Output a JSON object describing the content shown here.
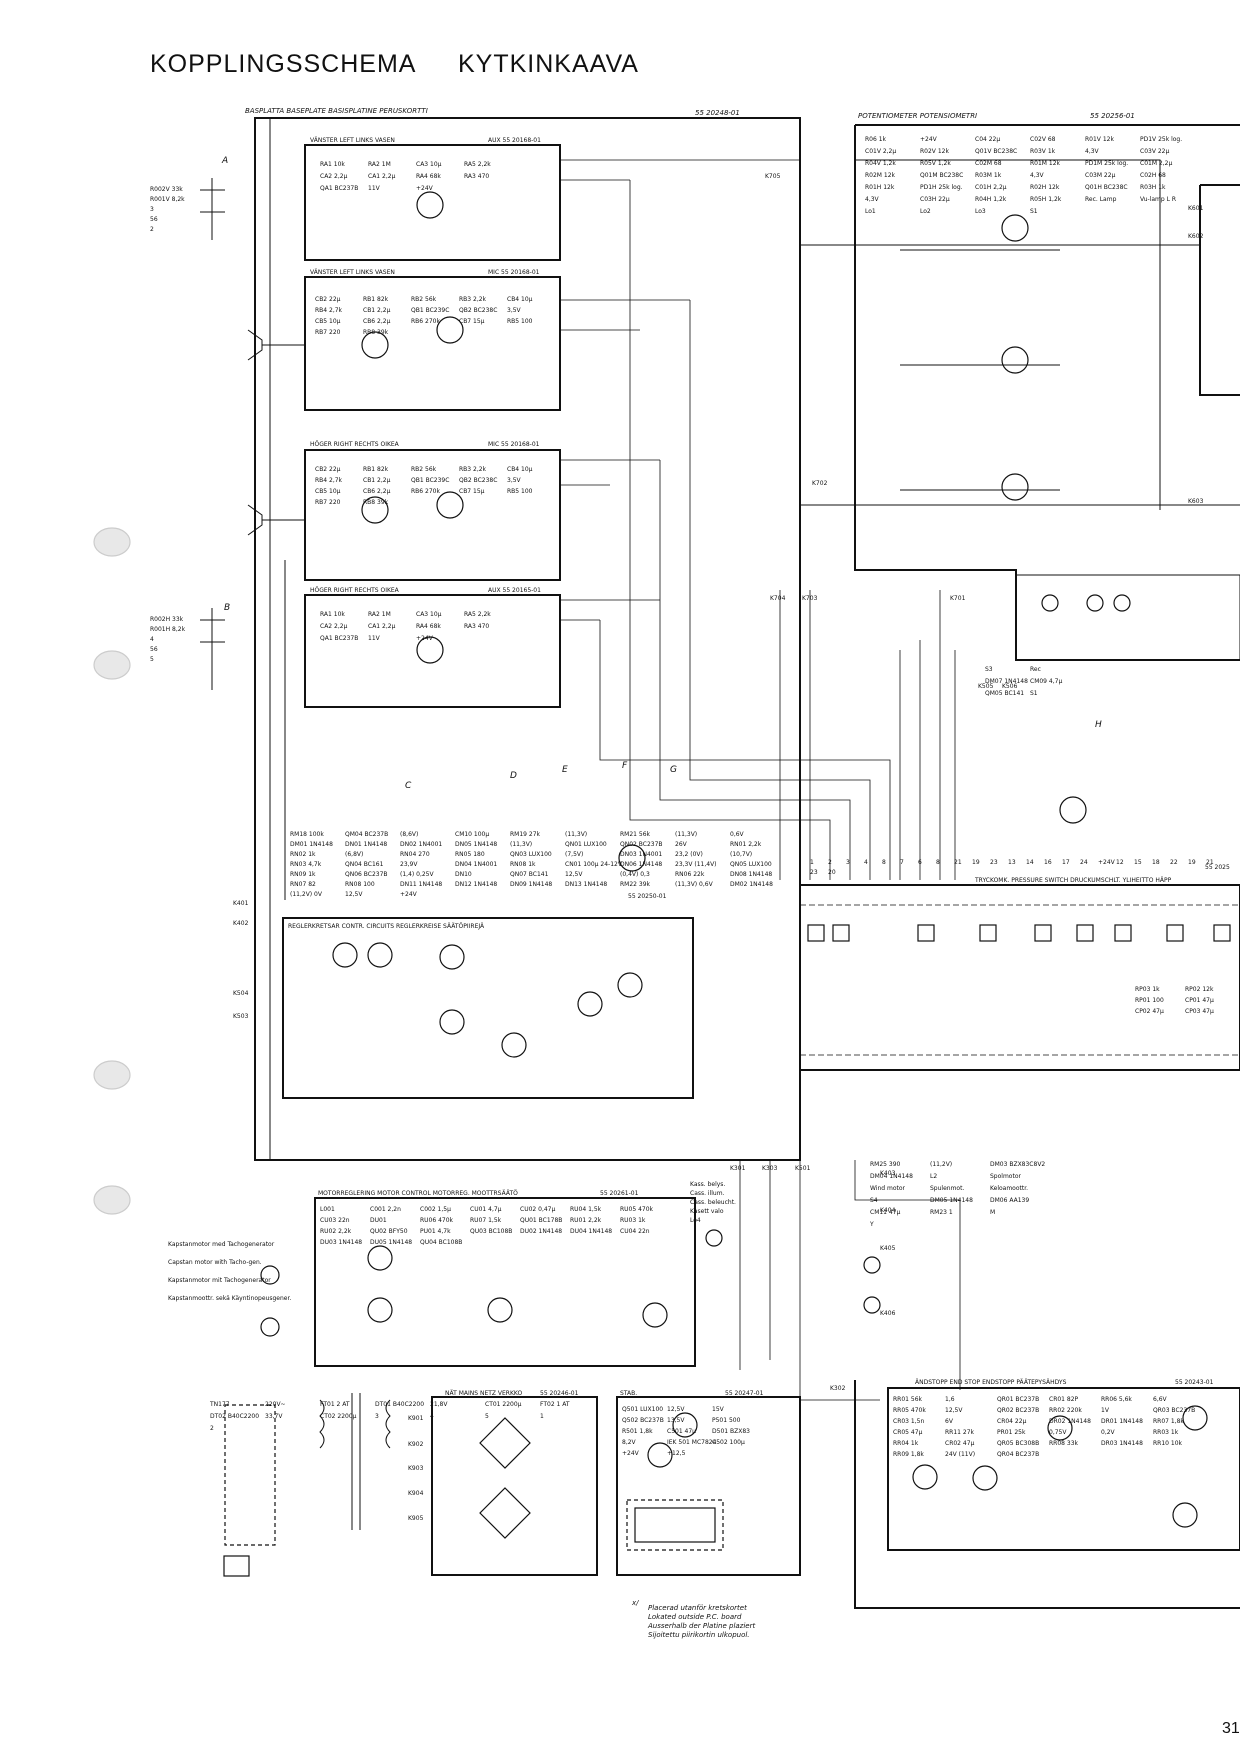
{
  "titles": {
    "left": "KOPPLINGSSCHEMA",
    "right": "KYTKINKAAVA"
  },
  "page_number": "31",
  "boards": [
    {
      "id": "basplatta",
      "label": "BASPLATTA     BASEPLATE   BASISPLATINE  PERUSKORTTI",
      "code": "55 20248-01"
    },
    {
      "id": "potentiometer",
      "label": "POTENTIOMETER   POTENSIOMETRI",
      "code": "55 20256-01"
    },
    {
      "id": "aux-left",
      "label": "VÄNSTER  LEFT  LINKS  VASEN",
      "code": "AUX 55 20168-01"
    },
    {
      "id": "mic-left",
      "label": "VÄNSTER   LEFT  LINKS  VASEN",
      "code": "MIC 55 20168-01"
    },
    {
      "id": "mic-right",
      "label": "HÖGER  RIGHT  RECHTS  OIKEA",
      "code": "MIC 55 20168-01"
    },
    {
      "id": "aux-right",
      "label": "HÖGER  RIGHT  RECHTS  OIKEA",
      "code": "AUX 55 20165-01"
    },
    {
      "id": "regler",
      "label": "REGLERKRETSAR   CONTR. CIRCUITS   REGLERKREISE  SÄÄTÖPIIREJÄ",
      "code": "55 20250-01"
    },
    {
      "id": "motor",
      "label": "MOTORREGLERING  MOTOR CONTROL  MOTORREG.  MOOTTRSÄÄTÖ",
      "code": "55 20261-01"
    },
    {
      "id": "mains",
      "label": "NÄT  MAINS  NETZ  VERKKO",
      "code": "55 20246-01"
    },
    {
      "id": "stab",
      "label": "STAB.",
      "code": "55 20247-01"
    },
    {
      "id": "endstop",
      "label": "ÄNDSTOPP   END STOP   ENDSTOPP   PÄÄTEPYSÄHDYS",
      "code": "55 20243-01"
    },
    {
      "id": "pressure",
      "label": "TRYCKOMK.  PRESSURE SWITCH  DRUCKUMSCHLT.  YLIHEITTO HÄPP",
      "code": "55 2025"
    }
  ],
  "connectors": {
    "arrows": [
      "A",
      "B",
      "C",
      "D",
      "E",
      "F",
      "G",
      "H"
    ],
    "k": [
      "K705",
      "K601",
      "K602",
      "K603",
      "K702",
      "K704",
      "K703",
      "K701",
      "K505",
      "K506",
      "K401",
      "K402",
      "K504",
      "K503",
      "K301",
      "K303",
      "K501",
      "K403",
      "K404",
      "K405",
      "K406",
      "K302",
      "K901",
      "K902",
      "K903",
      "K904",
      "K905"
    ]
  },
  "components": {
    "aux_left": [
      "RA1 10k",
      "RA2 1M",
      "CA3 10µ",
      "RA5 2,2k",
      "CA2 2,2µ",
      "CA1 2,2µ",
      "RA4 68k",
      "RA3 470",
      "QA1 BC237B",
      "11V",
      "+24V"
    ],
    "input_left": [
      "R002V 33k",
      "R001V 8,2k",
      "3",
      "56",
      "2"
    ],
    "mic_left": [
      "CB2 22µ",
      "RB1 82k",
      "RB2 56k",
      "RB3 2,2k",
      "CB4 10µ",
      "RB4 2,7k",
      "CB1 2,2µ",
      "QB1 BC239C",
      "QB2 BC238C",
      "3,5V",
      "CB5 10µ",
      "CB6 2,2µ",
      "RB6 270k",
      "CB7 15µ",
      "RB5 100",
      "RB7 220",
      "RB8 39k"
    ],
    "mic_right": [
      "CB2 22µ",
      "RB1 82k",
      "RB2 56k",
      "RB3 2,2k",
      "CB4 10µ",
      "RB4 2,7k",
      "CB1 2,2µ",
      "QB1 BC239C",
      "QB2 BC238C",
      "3,5V",
      "CB5 10µ",
      "CB6 2,2µ",
      "RB6 270k",
      "CB7 15µ",
      "RB5 100",
      "RB7 220",
      "RB8 39k"
    ],
    "aux_right": [
      "RA1 10k",
      "RA2 1M",
      "CA3 10µ",
      "RA5 2,2k",
      "CA2 2,2µ",
      "CA1 2,2µ",
      "RA4 68k",
      "RA3 470",
      "QA1 BC237B",
      "11V",
      "+24V"
    ],
    "input_right": [
      "R002H 33k",
      "R001H 8,2k",
      "4",
      "56",
      "5"
    ],
    "potentiometer": [
      "R06 1k",
      "+24V",
      "C04 22µ",
      "C02V 68",
      "R01V 12k",
      "PD1V 25k log.",
      "C01V 2,2µ",
      "R02V 12k",
      "Q01V BC238C",
      "R03V 1k",
      "4,3V",
      "C03V 22µ",
      "R04V 1,2k",
      "R05V 1,2k",
      "C02M 68",
      "R01M 12k",
      "PD1M 25k log.",
      "C01M 2,2µ",
      "R02M 12k",
      "Q01M BC238C",
      "R03M 1k",
      "4,3V",
      "C03M 22µ",
      "C02H 68",
      "R01H 12k",
      "PD1H 25k log.",
      "C01H 2,2µ",
      "R02H 12k",
      "Q01H BC238C",
      "R03H 1k",
      "4,3V",
      "C03H 22µ",
      "R04H 1,2k",
      "R05H 1,2k",
      "Rec. Lamp",
      "Vu-lamp L R",
      "Lo1",
      "Lo2",
      "Lo3",
      "S1"
    ],
    "rec_section": [
      "S3",
      "Rec",
      "DM07 1N4148",
      "CM09 4,7µ",
      "QM05 BC141",
      "S1"
    ],
    "regler": [
      "RM18 100k",
      "QM04 BC237B",
      "(8,6V)",
      "CM10 100µ",
      "RM19 27k",
      "(11,3V)",
      "RM21 56k",
      "(11,3V)",
      "0,6V",
      "DM01 1N4148",
      "DN01 1N4148",
      "DN02 1N4001",
      "DN05 1N4148",
      "(11,3V)",
      "QN01 LUX100",
      "QN02 BC237B",
      "26V",
      "RN01 2,2k",
      "RN02 1k",
      "(6,8V)",
      "RN04 270",
      "RN05 180",
      "QN03 LUX100",
      "(7,5V)",
      "DN03 1N4001",
      "23,2 (0V)",
      "(10,7V)",
      "RN03 4,7k",
      "QN04 BC161",
      "23,9V",
      "DN04 1N4001",
      "RN08 1k",
      "CN01 100µ 24-12V",
      "DN06 1N4148",
      "23,3V (11,4V)",
      "QN05 LUX100",
      "RN09 1k",
      "QN06 BC237B",
      "(1,4) 0,25V",
      "DN10",
      "QN07 BC141",
      "12,5V",
      "(0,4V) 0,3",
      "RN06 22k",
      "DN08 1N4148",
      "RN07 82",
      "RN08 100",
      "DN11 1N4148",
      "DN12 1N4148",
      "DN09 1N4148",
      "DN13 1N4148",
      "RM22 39k",
      "(11,3V) 0,6V",
      "DM02 1N4148",
      "(11,2V) 0V",
      "12,5V",
      "+24V"
    ],
    "switch_row": [
      "1",
      "2",
      "3",
      "4",
      "8",
      "7",
      "6",
      "8",
      "21",
      "19",
      "23",
      "13",
      "14",
      "16",
      "17",
      "24",
      "+24V",
      "12",
      "15",
      "18",
      "22",
      "19",
      "21",
      "23",
      "20"
    ],
    "pressure_switch": [
      "RP03 1k",
      "RP02 12k",
      "RP01 100",
      "CP01 47µ",
      "CP02 47µ",
      "CP03 47µ"
    ],
    "motor_control": [
      "L001",
      "C001 2,2n",
      "C002 1,5µ",
      "CU01 4,7µ",
      "CU02 0,47µ",
      "RU04 1,5k",
      "RU05 470k",
      "CU03 22n",
      "DU01",
      "RU06 470k",
      "RU07 1,5k",
      "QU01 BC178B",
      "RU01 2,2k",
      "RU03 1k",
      "RU02 2,2k",
      "QU02 BFY50",
      "PU01 4,7k",
      "QU03 BC108B",
      "DU02 1N4148",
      "DU04 1N4148",
      "CU04 22n",
      "DU03 1N4148",
      "DU05 1N4148",
      "QU04 BC108B"
    ],
    "motor_labels": [
      "Kapstanmotor med Tachogenerator",
      "Capstan motor with Tacho-gen.",
      "Kapstanmotor mit Tachogenerator",
      "Kapstanmoottr. sekä Käyntinopeusgener."
    ],
    "cassette_lamp": [
      "Kass. belys.",
      "Cass. illum.",
      "Cass. beleucht.",
      "Kasett valo",
      "Lo4"
    ],
    "spool_section": [
      "RM25 390",
      "(11,2V)",
      "DM03 BZX83C8V2",
      "DM04 1N4148",
      "L2",
      "Spolmotor",
      "Wind motor",
      "Spulenmot.",
      "Keloamoottr.",
      "S4",
      "DM05 1N4148",
      "DM06 AA139",
      "CM11 47µ",
      "RM23 1",
      "M",
      "Y"
    ],
    "mains": [
      "TN177",
      "220V~",
      "FT01 2 AT",
      "DT01 B40C2200",
      "21,8V",
      "CT01 2200µ",
      "FT02 1 AT",
      "DT02 B40C2200",
      "33,7V",
      "CT02 2200µ",
      "3",
      "4",
      "5",
      "1",
      "2"
    ],
    "stab": [
      "Q501 LUX100",
      "12,5V",
      "15V",
      "Q502 BC237B",
      "13,5V",
      "P501 500",
      "R501 1,8k",
      "C501 47µ",
      "D501 BZX83",
      "8,2V",
      "IEK 501 MC7824",
      "C502 100µ",
      "+24V",
      "+12,5"
    ],
    "endstop": [
      "RR01 56k",
      "1,6",
      "QR01 BC237B",
      "CR01 82P",
      "RR06 5,6k",
      "6,6V",
      "RR05 470k",
      "12,5V",
      "QR02 BC237B",
      "RR02 220k",
      "1V",
      "QR03 BC237B",
      "CR03 1,5n",
      "6V",
      "CR04 22µ",
      "DR02 1N4148",
      "DR01 1N4148",
      "RR07 1,8k",
      "CR05 47µ",
      "RR11 27k",
      "PR01 25k",
      "0,75V",
      "0,2V",
      "RR03 1k",
      "RR04 1k",
      "CR02 47µ",
      "QR05 BC308B",
      "RR08 33k",
      "DR03 1N4148",
      "RR10 10k",
      "RR09 1,8k",
      "24V (11V)",
      "QR04 BC237B"
    ]
  },
  "notes": {
    "footnote_marker": "x/",
    "footnote_lines": [
      "Placerad utanför kretskortet",
      "Lokated outside P.C. board",
      "Ausserhalb der Platine plaziert",
      "Sijoitettu piirikortin ulkopuol."
    ]
  }
}
